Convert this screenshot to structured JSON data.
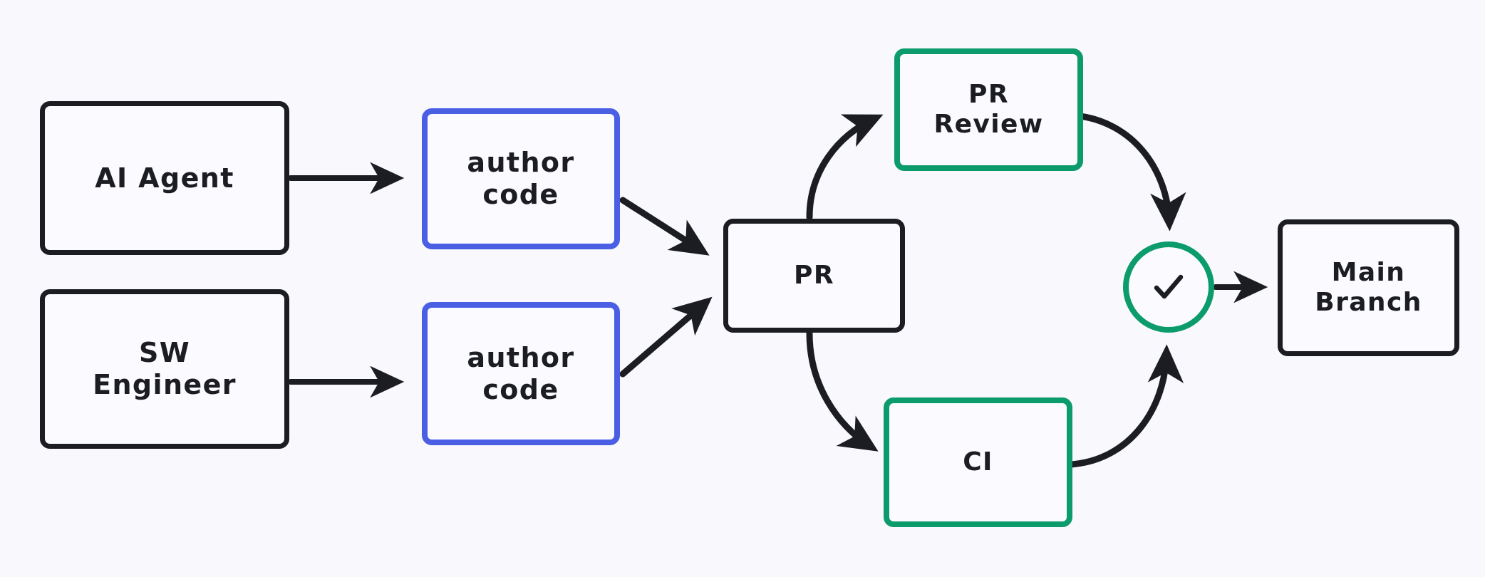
{
  "diagram": {
    "title": "AI-assisted software development pull request workflow",
    "background_color": "#f8f8fd",
    "colors": {
      "black": "#1c1d22",
      "blue": "#4a5fe4",
      "green": "#0c9b6a",
      "node_fill": "#fafaff"
    },
    "nodes": [
      {
        "id": "ai-agent",
        "label": "AI Agent",
        "color": "black",
        "shape": "rounded-rect"
      },
      {
        "id": "sw-engineer",
        "label": "SW\nEngineer",
        "color": "black",
        "shape": "rounded-rect"
      },
      {
        "id": "author-code-1",
        "label": "author\ncode",
        "color": "blue",
        "shape": "rounded-rect"
      },
      {
        "id": "author-code-2",
        "label": "author\ncode",
        "color": "blue",
        "shape": "rounded-rect"
      },
      {
        "id": "pr",
        "label": "PR",
        "color": "black",
        "shape": "rounded-rect"
      },
      {
        "id": "pr-review",
        "label": "PR\nReview",
        "color": "green",
        "shape": "rounded-rect"
      },
      {
        "id": "ci",
        "label": "CI",
        "color": "green",
        "shape": "rounded-rect"
      },
      {
        "id": "check-circle",
        "label": "",
        "color": "green",
        "shape": "circle",
        "icon": "check-icon"
      },
      {
        "id": "main-branch",
        "label": "Main\nBranch",
        "color": "black",
        "shape": "rounded-rect"
      }
    ],
    "edges": [
      {
        "id": "e1",
        "from": "ai-agent",
        "to": "author-code-1",
        "style": "straight",
        "label": ""
      },
      {
        "id": "e2",
        "from": "sw-engineer",
        "to": "author-code-2",
        "style": "straight",
        "label": ""
      },
      {
        "id": "e3",
        "from": "author-code-1",
        "to": "pr",
        "style": "diagonal",
        "label": ""
      },
      {
        "id": "e4",
        "from": "author-code-2",
        "to": "pr",
        "style": "diagonal",
        "label": ""
      },
      {
        "id": "e5",
        "from": "pr",
        "to": "pr-review",
        "style": "curve",
        "label": ""
      },
      {
        "id": "e6",
        "from": "pr",
        "to": "ci",
        "style": "curve",
        "label": ""
      },
      {
        "id": "e7",
        "from": "pr-review",
        "to": "check-circle",
        "style": "curve",
        "label": ""
      },
      {
        "id": "e8",
        "from": "ci",
        "to": "check-circle",
        "style": "curve",
        "label": ""
      },
      {
        "id": "e9",
        "from": "check-circle",
        "to": "main-branch",
        "style": "straight",
        "label": ""
      }
    ]
  }
}
